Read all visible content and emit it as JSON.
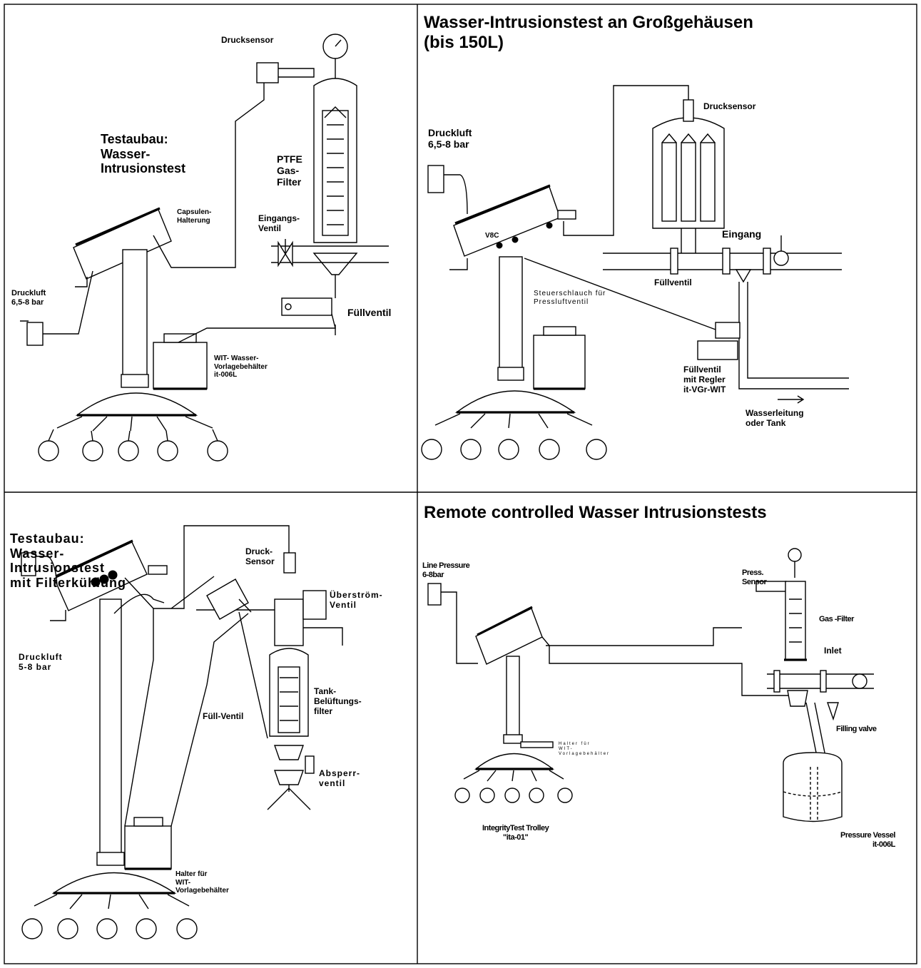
{
  "panels": {
    "p1": {
      "title": "Testaubau:\nWasser-\nIntrusionstest",
      "druckluft": "Druckluft\n6,5-8 bar",
      "drucksensor": "Drucksensor",
      "ptfe": "PTFE\nGas-\nFilter",
      "capsulen": "Capsulen-\nHalterung",
      "eingangs": "Eingangs-\nVentil",
      "fuellventil": "Füllventil",
      "wit": "WIT- Wasser-\nVorlagebehälter\nit-006L"
    },
    "p2": {
      "title": "Wasser-Intrusionstest an Großgehäusen\n(bis 150L)",
      "druckluft": "Druckluft\n6,5-8 bar",
      "drucksensor": "Drucksensor",
      "v8c": "V8C",
      "eingang": "Eingang",
      "fuellventil": "Füllventil",
      "steuer": "Steuerschlauch für\nPressluftventil",
      "regler": "Füllventil\nmit Regler\nit-VGr-WIT",
      "wasser": "Wasserleitung\noder Tank"
    },
    "p3": {
      "title": "Testaubau:\nWasser-\nIntrusionstest\nmit Filterkühlung",
      "druckluft": "Druckluft\n5-8 bar",
      "drucksensor": "Druck-\nSensor",
      "ueberstroem": "Überström-\nVentil",
      "tank": "Tank-\nBelüftungs-\nfilter",
      "fuell": "Füll-Ventil",
      "absperr": "Absperr-\nventil",
      "halter": "Halter für\nWIT-\nVorlagebehälter"
    },
    "p4": {
      "title": "Remote controlled Wasser Intrusionstests",
      "line_pressure": "Line Pressure\n6-8bar",
      "press_sensor": "Press.\nSensor",
      "gas_filter": "Gas -Filter",
      "inlet": "Inlet",
      "filling": "Filling valve",
      "halter": "Halter für\nWIT-\nVorlagebehälter",
      "trolley": "IntegrityTest Trolley\n\"ita-01\"",
      "vessel": "Pressure Vessel\nit-006L"
    }
  }
}
